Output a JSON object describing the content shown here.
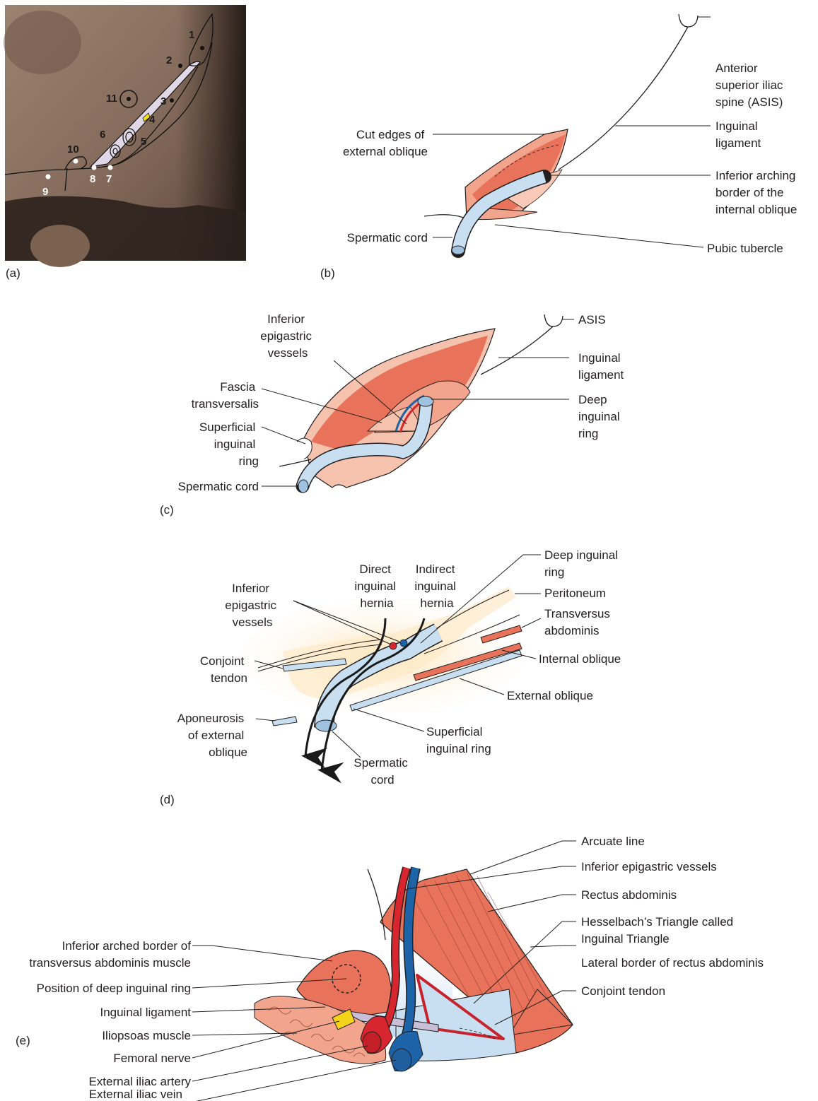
{
  "colors": {
    "muscle": "#e8735a",
    "muscle_light": "#f5c2ae",
    "cord": "#c7dff0",
    "artery": "#d7262d",
    "vein": "#1c63a8",
    "nerve": "#f6d31b",
    "skin": "#8b7262",
    "triangle": "#c8232c"
  },
  "panel_a": {
    "letter": "(a)",
    "numbers": [
      "1",
      "2",
      "3",
      "4",
      "5",
      "6",
      "7",
      "8",
      "9",
      "10",
      "11"
    ]
  },
  "panel_b": {
    "letter": "(b)",
    "labels": {
      "asis": [
        "Anterior",
        "superior iliac",
        "spine (ASIS)"
      ],
      "ligament": [
        "Inguinal",
        "ligament"
      ],
      "cut_edges": [
        "Cut edges of",
        "external oblique"
      ],
      "arching": [
        "Inferior arching",
        "border of the",
        "internal oblique"
      ],
      "cord": [
        "Spermatic cord"
      ],
      "tubercle": [
        "Pubic tubercle"
      ]
    }
  },
  "panel_c": {
    "letter": "(c)",
    "labels": {
      "epigastric": [
        "Inferior",
        "epigastric",
        "vessels"
      ],
      "asis": [
        "ASIS"
      ],
      "ligament": [
        "Inguinal",
        "ligament"
      ],
      "fascia": [
        "Fascia",
        "transversalis"
      ],
      "deep_ring": [
        "Deep",
        "inguinal",
        "ring"
      ],
      "superficial_ring": [
        "Superficial",
        "inguinal",
        "ring"
      ],
      "cord": [
        "Spermatic cord"
      ]
    }
  },
  "panel_d": {
    "letter": "(d)",
    "labels": {
      "direct": [
        "Direct",
        "inguinal",
        "hernia"
      ],
      "indirect": [
        "Indirect",
        "inguinal",
        "hernia"
      ],
      "deep_ring": [
        "Deep inguinal",
        "ring"
      ],
      "epigastric": [
        "Inferior",
        "epigastric",
        "vessels"
      ],
      "peritoneum": [
        "Peritoneum"
      ],
      "transversus": [
        "Transversus",
        "abdominis"
      ],
      "conjoint": [
        "Conjoint",
        "tendon"
      ],
      "internal": [
        "Internal oblique"
      ],
      "external": [
        "External oblique"
      ],
      "aponeurosis": [
        "Aponeurosis",
        "of external",
        "oblique"
      ],
      "superficial_ring": [
        "Superficial",
        "inguinal ring"
      ],
      "cord": [
        "Spermatic",
        "cord"
      ]
    }
  },
  "panel_e": {
    "letter": "(e)",
    "right_labels": [
      "Arcuate line",
      "Inferior epigastric vessels",
      "Rectus abdominis",
      "Hesselbach’s Triangle called",
      "Inguinal Triangle",
      "Lateral border of rectus abdominis",
      "Conjoint tendon"
    ],
    "left_labels": [
      "Inferior arched border of",
      "transversus abdominis muscle",
      "Position of deep inguinal ring",
      "Inguinal ligament",
      "Iliopsoas muscle",
      "Femoral nerve",
      "External iliac artery",
      "External iliac vein"
    ]
  }
}
